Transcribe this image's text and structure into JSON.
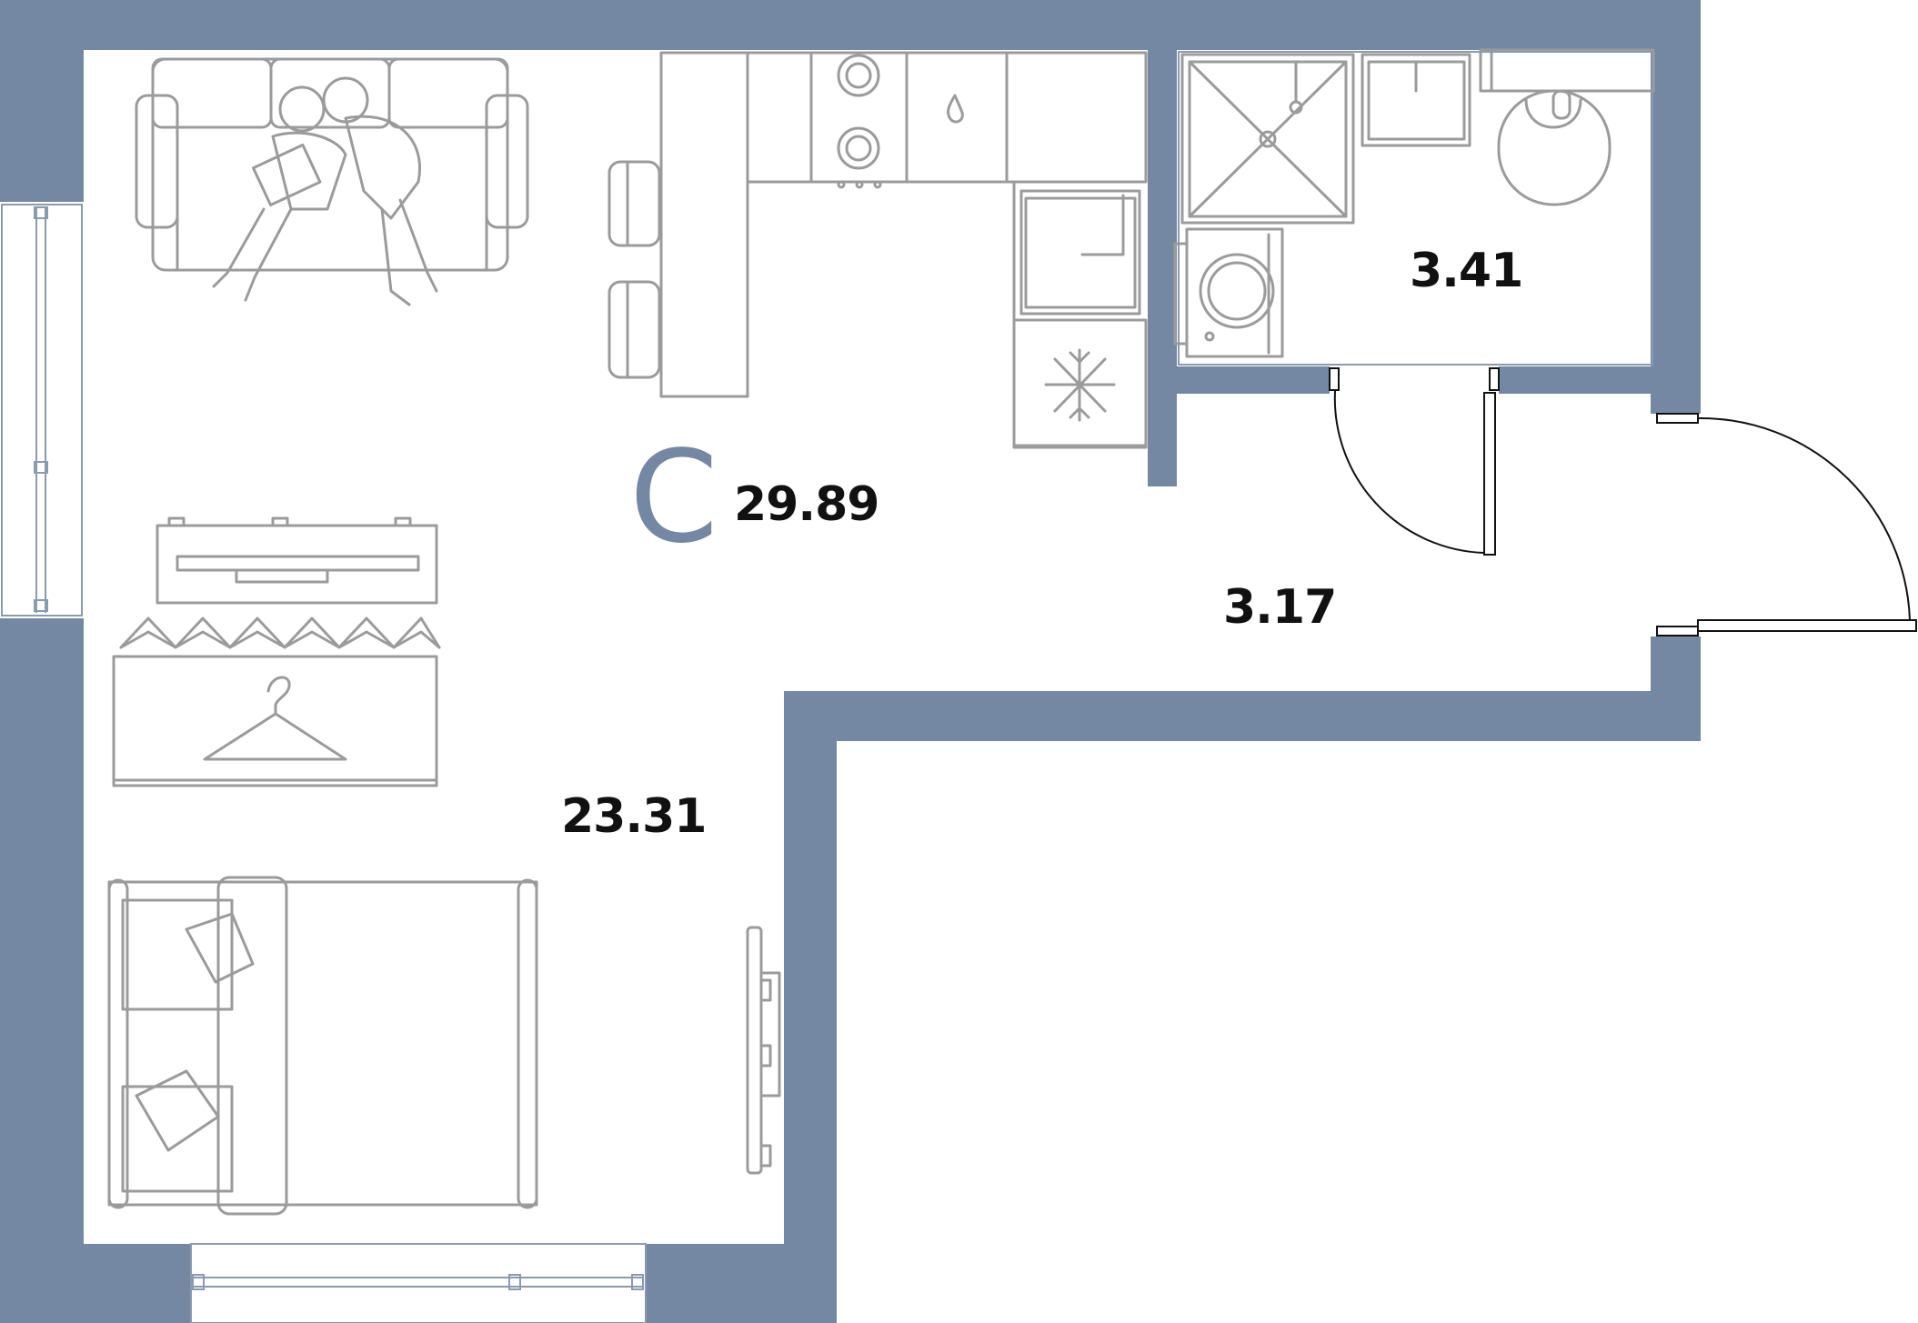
{
  "plan": {
    "apartment_type": "С",
    "total_area": "29.89",
    "rooms": {
      "living_area": "23.31",
      "bathroom_area": "3.41",
      "hallway_area": "3.17"
    }
  },
  "colors": {
    "wall": "#7588a3",
    "furniture_stroke": "#9b9b9b",
    "type_letter": "#7588a3",
    "label_text": "#111111",
    "background": "#ffffff"
  },
  "icons": [
    "sofa-icon",
    "people-icon",
    "stove-icon",
    "sink-icon",
    "fridge-icon",
    "dishwasher-icon",
    "shower-icon",
    "washbasin-icon",
    "toilet-icon",
    "washing-machine-icon",
    "tv-stand-icon",
    "wardrobe-icon",
    "hanger-icon",
    "bed-icon",
    "pillow-icon",
    "radiator-icon",
    "door-icon",
    "window-icon"
  ]
}
